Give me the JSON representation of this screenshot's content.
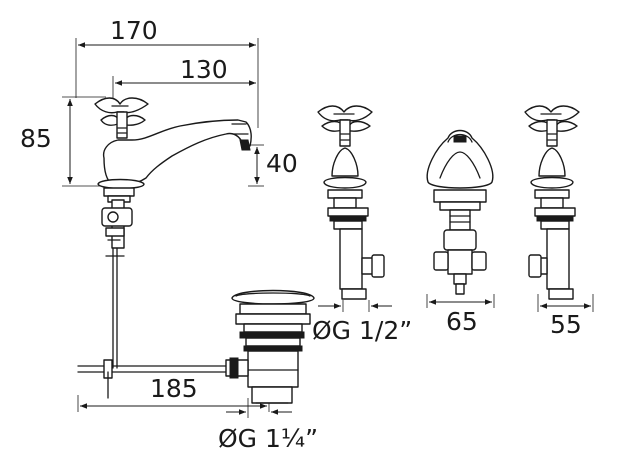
{
  "dimensions": {
    "overall_length": "170",
    "spout_reach": "130",
    "height": "85",
    "spout_height": "40",
    "waste_reach": "185",
    "pillar_thread": "ØG 1/2”",
    "spout_tail": "65",
    "pillar_base": "55",
    "waste_thread": "ØG 1¼”"
  },
  "colors": {
    "line": "#1a1a1a",
    "background": "#ffffff"
  }
}
